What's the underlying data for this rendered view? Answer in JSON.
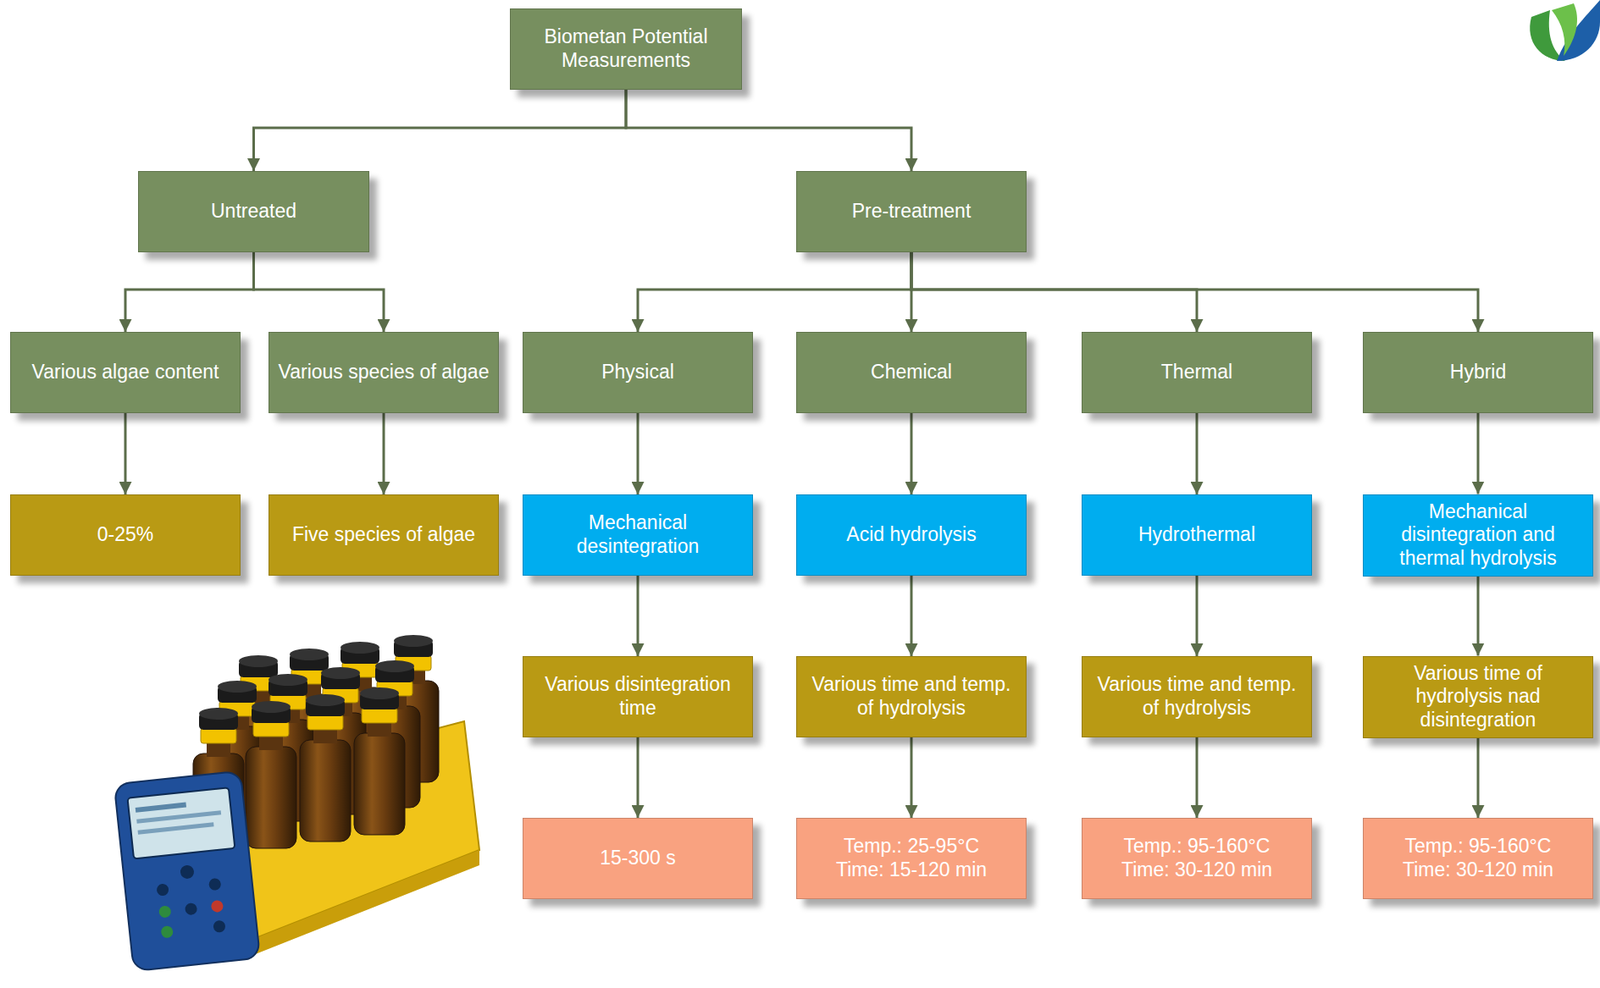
{
  "diagram": {
    "nodes": [
      {
        "text": [
          "Biometan Potential Measurements"
        ]
      },
      {
        "text": [
          "Untreated"
        ]
      },
      {
        "text": [
          "Pre-treatment"
        ]
      },
      {
        "text": [
          "Various algae content"
        ]
      },
      {
        "text": [
          "Various species of algae"
        ]
      },
      {
        "text": [
          "Physical"
        ]
      },
      {
        "text": [
          "Chemical"
        ]
      },
      {
        "text": [
          "Thermal"
        ]
      },
      {
        "text": [
          "Hybrid"
        ]
      },
      {
        "text": [
          "0-25%"
        ]
      },
      {
        "text": [
          "Five species of algae"
        ]
      },
      {
        "text": [
          "Mechanical desintegration"
        ]
      },
      {
        "text": [
          "Acid hydrolysis"
        ]
      },
      {
        "text": [
          "Hydrothermal"
        ]
      },
      {
        "text": [
          "Mechanical disintegration and thermal hydrolysis"
        ]
      },
      {
        "text": [
          "Various disintegration time"
        ]
      },
      {
        "text": [
          "Various time and temp. of hydrolysis"
        ]
      },
      {
        "text": [
          "Various time and temp. of hydrolysis"
        ]
      },
      {
        "text": [
          "Various time of hydrolysis nad disintegration"
        ]
      },
      {
        "text": [
          "15-300 s"
        ]
      },
      {
        "text": [
          "Temp.: 25-95°C",
          "Time: 15-120 min"
        ]
      },
      {
        "text": [
          "Temp.: 95-160°C",
          "Time: 30-120 min"
        ]
      },
      {
        "text": [
          "Temp.: 95-160°C",
          "Time: 30-120 min"
        ]
      }
    ],
    "edges": [
      {
        "from": 0,
        "to": 1,
        "arrow": "to"
      },
      {
        "from": 0,
        "to": 2,
        "arrow": "to"
      },
      {
        "from": 1,
        "to": 3,
        "arrow": "to"
      },
      {
        "from": 1,
        "to": 4,
        "arrow": "to"
      },
      {
        "from": 2,
        "to": 5,
        "arrow": "to"
      },
      {
        "from": 2,
        "to": 6,
        "arrow": "to"
      },
      {
        "from": 2,
        "to": 7,
        "arrow": "to"
      },
      {
        "from": 2,
        "to": 8,
        "arrow": "to"
      },
      {
        "from": 3,
        "to": 9,
        "arrow": "to"
      },
      {
        "from": 4,
        "to": 10,
        "arrow": "to"
      },
      {
        "from": 5,
        "to": 11,
        "arrow": "to"
      },
      {
        "from": 6,
        "to": 12,
        "arrow": "to"
      },
      {
        "from": 7,
        "to": 13,
        "arrow": "to"
      },
      {
        "from": 8,
        "to": 14,
        "arrow": "to"
      },
      {
        "from": 11,
        "to": 15,
        "arrow": "to"
      },
      {
        "from": 12,
        "to": 16,
        "arrow": "to"
      },
      {
        "from": 13,
        "to": 17,
        "arrow": "to"
      },
      {
        "from": 14,
        "to": 18,
        "arrow": "to"
      },
      {
        "from": 15,
        "to": 19,
        "arrow": "to"
      },
      {
        "from": 16,
        "to": 20,
        "arrow": "to"
      },
      {
        "from": 17,
        "to": 21,
        "arrow": "to"
      },
      {
        "from": 18,
        "to": 22,
        "arrow": "to"
      }
    ]
  }
}
